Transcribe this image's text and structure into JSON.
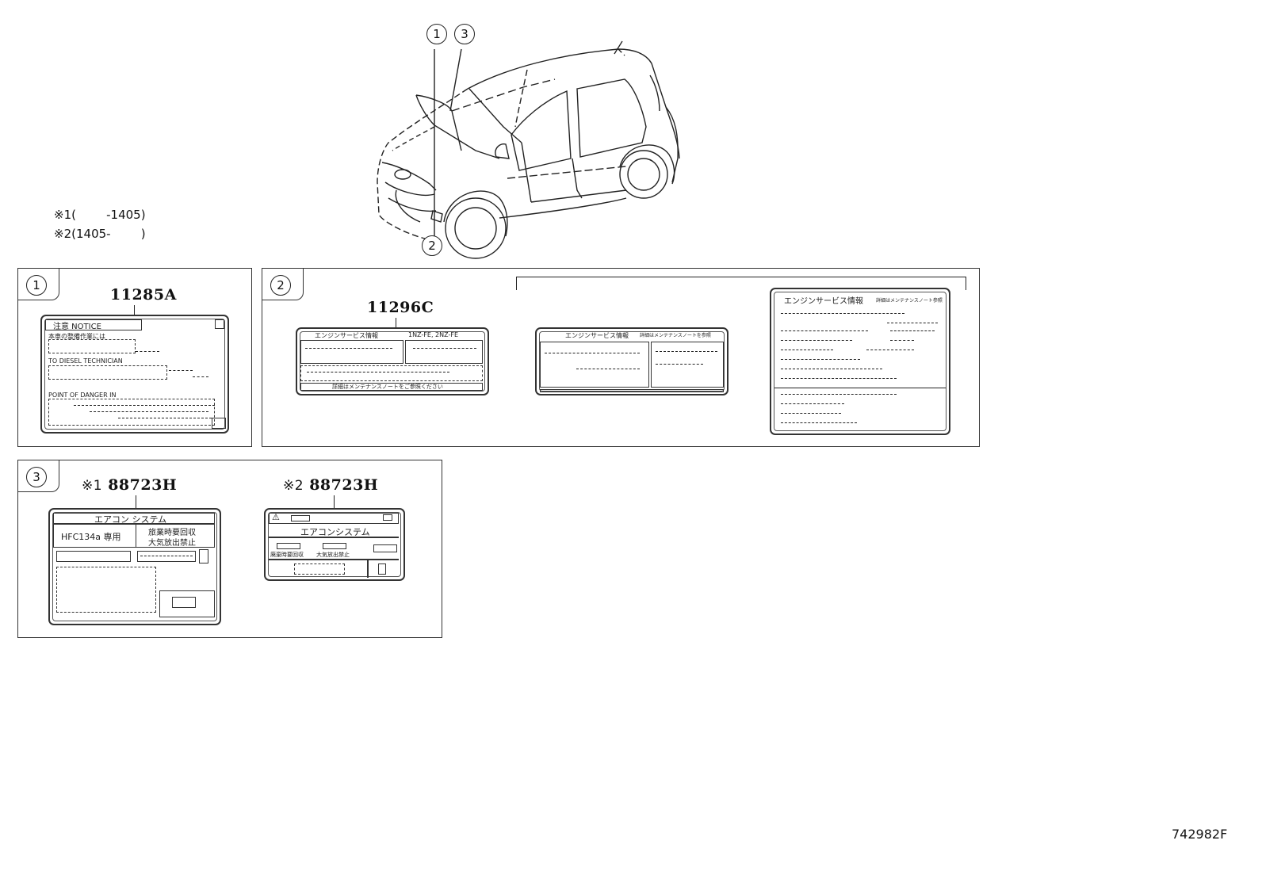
{
  "notes": [
    {
      "mark": "※1",
      "text": "(        -1405)"
    },
    {
      "mark": "※2",
      "text": "(1405-        )"
    }
  ],
  "callouts": [
    "1",
    "3",
    "2"
  ],
  "panel1": {
    "num": "1",
    "part": "11285A",
    "label": {
      "header": "注意  NOTICE",
      "line1": "本車の整備作業には",
      "line2": "TO DIESEL TECHNICIAN",
      "line3": "POINT OF DANGER IN"
    }
  },
  "panel2": {
    "num": "2",
    "part": "11296C",
    "labelA": {
      "title": "エンジンサービス情報",
      "engine": "1NZ-FE, 2NZ-FE",
      "footer": "詳細はメンテナンスノートをご参照ください"
    },
    "labelB": {
      "title": "エンジンサービス情報",
      "sub": "詳細はメンテナンスノートを参照"
    },
    "labelC": {
      "title": "エンジンサービス情報",
      "sub": "詳細はメンテナンスノート参照"
    }
  },
  "panel3": {
    "num": "3",
    "labelA": {
      "mark": "※1",
      "part": "88723H",
      "title": "エアコン システム",
      "refrigerant": "HFC134a 専用",
      "warn1": "旅業時要回収",
      "warn2": "大気放出禁止"
    },
    "labelB": {
      "mark": "※2",
      "part": "88723H",
      "title": "エアコンシステム",
      "small1": "廃棄時要回収",
      "small2": "大気放出禁止"
    }
  },
  "diagram_id": "742982F"
}
